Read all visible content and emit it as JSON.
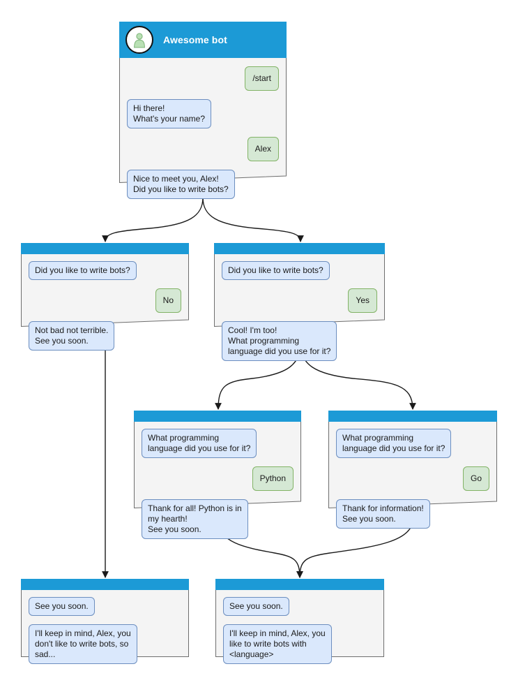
{
  "diagram": {
    "type": "flowchart",
    "title": "Awesome bot conversation flow",
    "colors": {
      "header_blue": "#1c9ad6",
      "node_body": "#f4f4f4",
      "node_border": "#6e6e6e",
      "bot_bubble_fill": "#dae8fc",
      "bot_bubble_border": "#6c8ebf",
      "user_bubble_fill": "#d5e8d4",
      "user_bubble_border": "#82b366",
      "edge": "#1a1a1a"
    }
  },
  "nodes": {
    "root": {
      "header_title": "Awesome bot",
      "avatar_icon": "person-avatar-icon",
      "messages": [
        {
          "side": "user",
          "text": "/start"
        },
        {
          "side": "bot",
          "text": "Hi there!\nWhat's your name?"
        },
        {
          "side": "user",
          "text": "Alex"
        },
        {
          "side": "bot",
          "text": "Nice to meet you, Alex!\nDid you like to write bots?"
        }
      ]
    },
    "no_branch": {
      "messages": [
        {
          "side": "bot",
          "text": "Did you like to write bots?"
        },
        {
          "side": "user",
          "text": "No"
        },
        {
          "side": "bot",
          "text": "Not bad not terrible.\nSee you soon."
        }
      ]
    },
    "yes_branch": {
      "messages": [
        {
          "side": "bot",
          "text": "Did you like to write bots?"
        },
        {
          "side": "user",
          "text": "Yes"
        },
        {
          "side": "bot",
          "text": "Cool! I'm too!\nWhat programming\nlanguage did you use for it?"
        }
      ]
    },
    "python_branch": {
      "messages": [
        {
          "side": "bot",
          "text": "What programming\nlanguage did you use for it?"
        },
        {
          "side": "user",
          "text": "Python"
        },
        {
          "side": "bot",
          "text": "Thank for all! Python is in\nmy hearth!\nSee you soon."
        }
      ]
    },
    "go_branch": {
      "messages": [
        {
          "side": "bot",
          "text": "What programming\nlanguage did you use for it?"
        },
        {
          "side": "user",
          "text": "Go"
        },
        {
          "side": "bot",
          "text": "Thank for information!\nSee you soon."
        }
      ]
    },
    "end_sad": {
      "messages": [
        {
          "side": "bot",
          "text": "See you soon."
        },
        {
          "side": "bot",
          "text": "I'll keep in mind, Alex, you\ndon't like to write bots, so\nsad..."
        }
      ]
    },
    "end_happy": {
      "messages": [
        {
          "side": "bot",
          "text": "See you soon."
        },
        {
          "side": "bot",
          "text": "I'll keep in mind, Alex, you\nlike to write bots with\n<language>"
        }
      ]
    }
  }
}
